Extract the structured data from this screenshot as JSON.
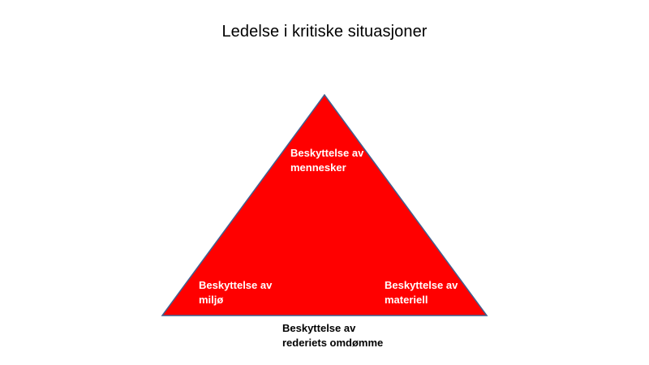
{
  "slide": {
    "title": "Ledelse i kritiske situasjoner"
  },
  "diagram": {
    "fill_color": "#ff0000",
    "stroke_color": "#3f5f8f",
    "top_label": {
      "line1": "Beskyttelse av",
      "line2": "mennesker"
    },
    "left_label": {
      "line1": "Beskyttelse av",
      "line2": "miljø"
    },
    "right_label": {
      "line1": "Beskyttelse av",
      "line2": "materiell"
    },
    "bottom_label": {
      "line1": "Beskyttelse av",
      "line2": "rederiets omdømme"
    }
  }
}
